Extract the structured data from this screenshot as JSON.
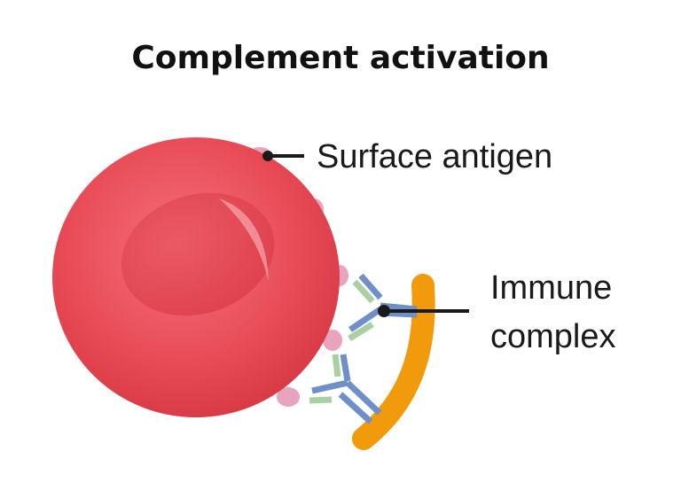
{
  "title": "Complement activation",
  "labels": {
    "surface_antigen": "Surface antigen",
    "immune_complex_line1": "Immune",
    "immune_complex_line2": "complex"
  },
  "colors": {
    "cell": "#e84a55",
    "cell_dark": "#d83a46",
    "antigen": "#e8a3bf",
    "antibody_heavy": "#6f8fc9",
    "antibody_light": "#a9cfa3",
    "complex_bar": "#f09a0c",
    "leader": "#1a1a1a"
  },
  "icons": {
    "cell": "red-blood-cell-icon",
    "antibody": "antibody-icon"
  }
}
